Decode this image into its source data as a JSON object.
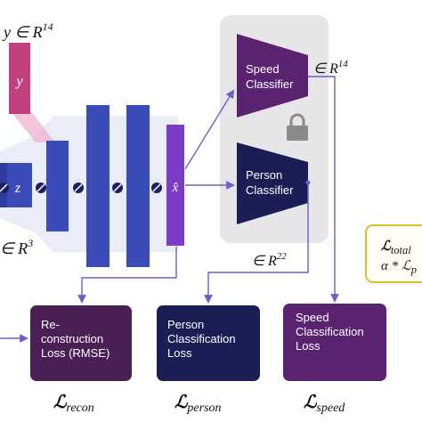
{
  "labels": {
    "y_dim": "y ∈ R",
    "y_dim_sup": "14",
    "y_block": "y",
    "z_block": "z",
    "z_dim": "∈ R",
    "z_dim_sup": "3",
    "xhat_block": "x̂",
    "speed_out_dim": "∈ R",
    "speed_out_sup": "14",
    "person_out_dim": "∈ R",
    "person_out_sup": "22",
    "speed_classifier_line1": "Speed",
    "speed_classifier_line2": "Classifier",
    "person_classifier_line1": "Person",
    "person_classifier_line2": "Classifier"
  },
  "losses": {
    "recon": "Re-\nconstruction\nLoss (RMSE)",
    "person": "Person\nClassification\nLoss",
    "speed": "Speed\nClassification\nLoss"
  },
  "loss_symbols": {
    "recon_main": "ℒ",
    "recon_sub": "recon",
    "person_main": "ℒ",
    "person_sub": "person",
    "speed_main": "ℒ",
    "speed_sub": "speed"
  },
  "total": {
    "line1_main": "ℒ",
    "line1_sub": "total",
    "line2": "α * ℒ",
    "line2_sub": "p"
  },
  "colors": {
    "encoder_blue": "#3b4cb8",
    "decoder_purple": "#7d3cc7",
    "y_block": "#c0417e",
    "speed_classifier": "#5a2370",
    "person_classifier": "#1b1d55",
    "arrow": "#6a5fc9",
    "classifier_panel": "#e6e6e8",
    "total_border": "#e8b92c"
  },
  "icons": [
    "lock-icon",
    "activation-slash-icon"
  ]
}
